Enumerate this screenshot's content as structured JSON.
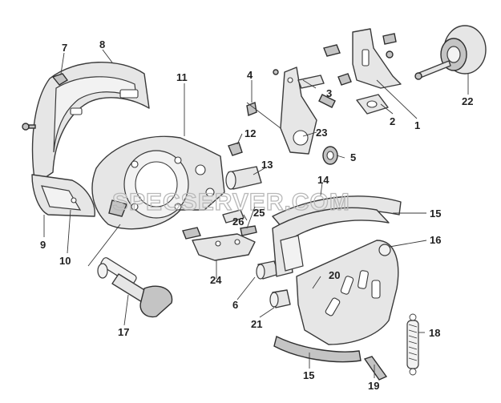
{
  "watermark": "SPECSERVER.COM",
  "callouts": {
    "c1": "1",
    "c2": "2",
    "c3": "3",
    "c4": "4",
    "c5": "5",
    "c6": "6",
    "c7": "7",
    "c8": "8",
    "c9": "9",
    "c10": "10",
    "c11": "11",
    "c12": "12",
    "c13": "13",
    "c14": "14",
    "c15a": "15",
    "c15b": "15",
    "c16": "16",
    "c17": "17",
    "c18": "18",
    "c19": "19",
    "c20": "20",
    "c21": "21",
    "c22": "22",
    "c23": "23",
    "c24": "24",
    "c25": "25",
    "c26": "26"
  },
  "colors": {
    "line": "#3a3a3a",
    "fill": "#e6e6e6",
    "watermark": "#b8b8b8"
  }
}
